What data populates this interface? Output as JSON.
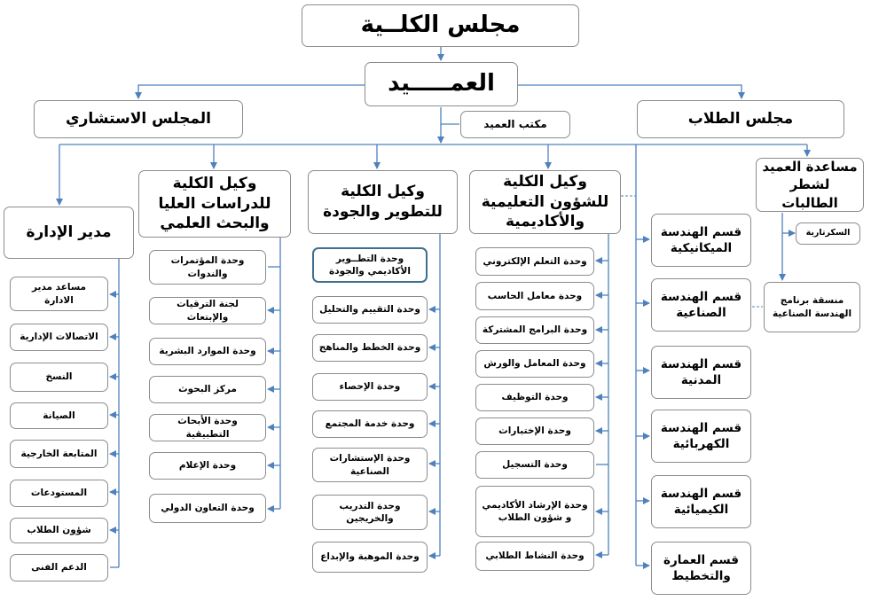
{
  "title": "مجلس الكلــية",
  "dean": "العمـــــيد",
  "advisory_council": "المجلس الاستشاري",
  "student_council": "مجلس الطلاب",
  "dean_office": "مكتب العميد",
  "vice_postgrad": "وكيل الكلية للدراسات العليا والبحث العلمي",
  "vice_development": "وكيل الكلية للتطوير والجودة",
  "vice_academic": "وكيل الكلية للشؤون التعليمية والأكاديمية",
  "assistant_female": "مساعدة العميد لشطر الطالبات",
  "secretary": "السكرتارية",
  "coordinator": "منسقة برنامج الهندسة الصناعية",
  "admin_director": "مدير الإدارة",
  "admin_units": [
    "مساعد مدير الادارة",
    "الاتصالات الإدارية",
    "النسخ",
    "الصيانة",
    "المتابعة الخارجية",
    "المستودعات",
    "شؤون الطلاب",
    "الدعم الفنى"
  ],
  "postgrad_units": [
    "وحدة المؤتمرات والندوات",
    "لجنة الترقيات والإبتعاث",
    "وحدة الموارد البشرية",
    "مركز البحوث",
    "وحدة الأبحاث التطبيقية",
    "وحدة الإعلام",
    "وحدة التعاون الدولي"
  ],
  "development_units": [
    "وحدة التطــوير الأكاديمي والجودة",
    "وحدة التقييم والتحليل",
    "وحدة الخطط والمناهج",
    "وحدة الإحصاء",
    "وحدة خدمة المجتمع",
    "وحدة الإستشارات الصناعية",
    "وحدة التدريب والخريجين",
    "وحدة الموهبة والإبداع"
  ],
  "academic_units": [
    "وحدة التعلم الإلكتروني",
    "وحدة معامل الحاسب",
    "وحدة البرامج المشتركة",
    "وحدة المعامل والورش",
    "وحدة التوظيف",
    "وحدة الإختبارات",
    "وحدة التسجيل",
    "وحدة الإرشاد الأكاديمي و شؤون الطلاب",
    "وحدة النشاط الطلابي"
  ],
  "departments": [
    "قسم الهندسة الميكانيكية",
    "قسم الهندسة الصناعية",
    "قسم الهندسة المدنية",
    "قسم الهندسة الكهربائية",
    "قسم الهندسة الكيميائية",
    "قسم العمارة والتخطيط"
  ],
  "colors": {
    "line": "#4f81bd",
    "border": "#8c8c8c",
    "selected_border": "#3f6f8f"
  }
}
